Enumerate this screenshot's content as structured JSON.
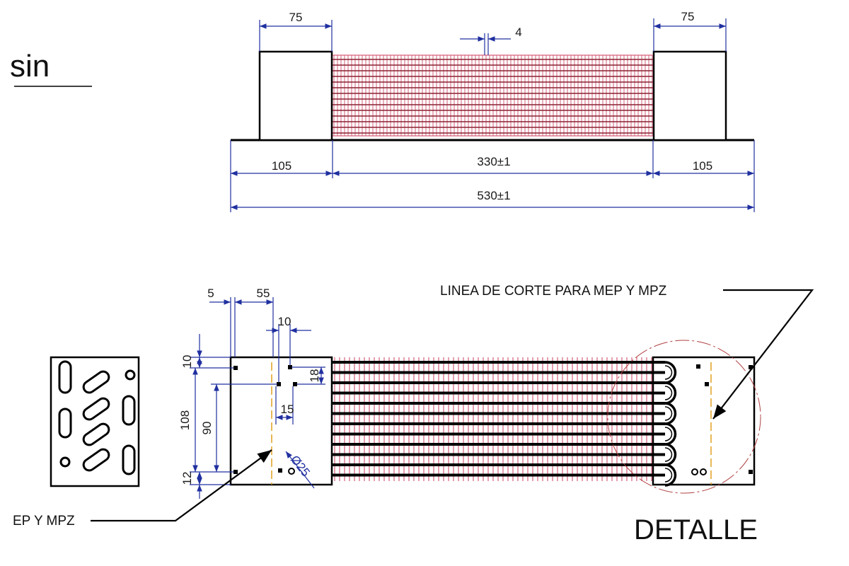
{
  "top_view": {
    "title_fragment": "sin",
    "dims": {
      "left_plate_width": "75",
      "right_plate_width": "75",
      "fin_pitch": "4",
      "left_segment": "105",
      "core_length": "330±1",
      "right_segment": "105",
      "overall_length": "530±1"
    }
  },
  "front_view": {
    "dims": {
      "offset_a": "5",
      "offset_b": "55",
      "hole_spacing_h": "10",
      "top_margin": "10",
      "hole_vertical": "18",
      "height_total": "108",
      "height_inner": "90",
      "hole_offset": "15",
      "bottom_margin": "12",
      "hole_diameter": "Ø25"
    },
    "cut_line_label": "LINEA DE CORTE PARA MEP Y MPZ",
    "cut_line_label_left": "EP Y MPZ",
    "detail_label": "DETALLE"
  }
}
